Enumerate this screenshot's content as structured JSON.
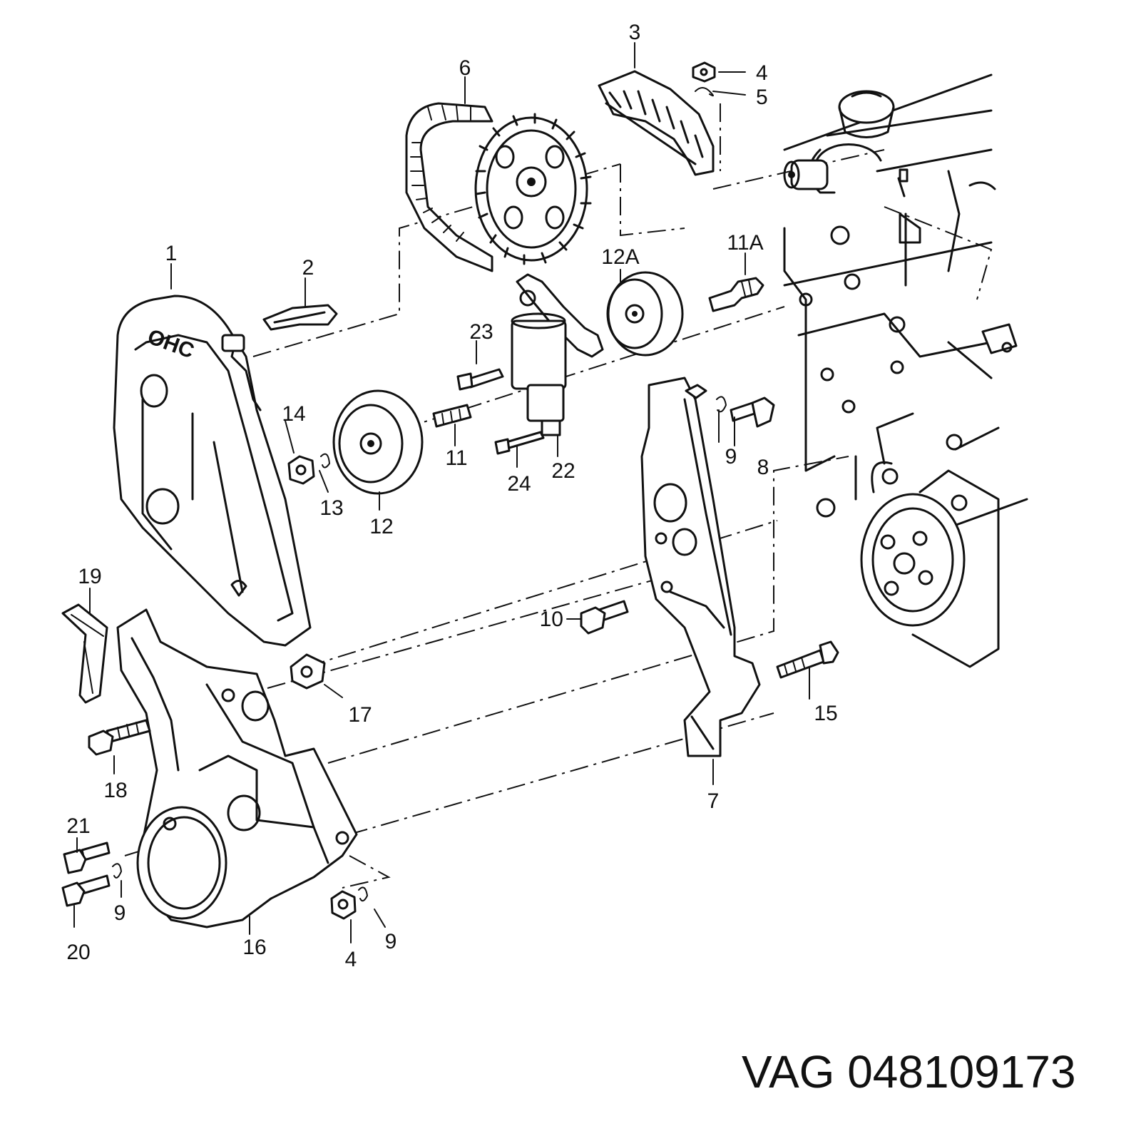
{
  "callouts": {
    "c1": "1",
    "c2": "2",
    "c3": "3",
    "c4a": "4",
    "c5": "5",
    "c6": "6",
    "c7": "7",
    "c8": "8",
    "c9a": "9",
    "c9b": "9",
    "c9c": "9",
    "c10": "10",
    "c11": "11",
    "c11a": "11A",
    "c12": "12",
    "c12a": "12A",
    "c13": "13",
    "c14": "14",
    "c15": "15",
    "c16": "16",
    "c17": "17",
    "c18": "18",
    "c19": "19",
    "c20": "20",
    "c21": "21",
    "c22": "22",
    "c23": "23",
    "c24": "24",
    "c4b": "4"
  },
  "cover_text": "OHC",
  "part_reference": "VAG 048109173"
}
